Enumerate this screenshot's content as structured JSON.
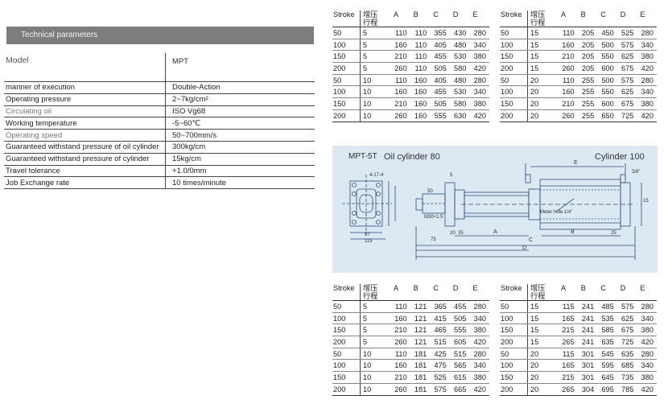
{
  "technical": {
    "header": "Technical parameters",
    "rows": [
      {
        "key": "Model",
        "value": "MPT"
      },
      {
        "key": "manner of execution",
        "value": "Double-Action"
      },
      {
        "key": "Operating pressure",
        "value": "2~7kg/cm²"
      },
      {
        "key": "Circulating oil",
        "value": "ISO Vg68"
      },
      {
        "key": "Working temperature",
        "value": "-5~60℃"
      },
      {
        "key": "Operating speed",
        "value": "50~700mm/s"
      },
      {
        "key": "Guaranteed withstand pressure of oil cylinder",
        "value": "300kg/cm"
      },
      {
        "key": "Guaranteed withstand pressure of cylinder",
        "value": "15kg/cm"
      },
      {
        "key": "Travel tolerance",
        "value": "+1.0/0mm"
      },
      {
        "key": "Job Exchange rate",
        "value": "10 times/minute"
      }
    ]
  },
  "table_headers": {
    "stroke": "Stroke",
    "boost_line1": "增压",
    "boost_line2": "行程",
    "a": "A",
    "b": "B",
    "c": "C",
    "d": "D",
    "e": "E"
  },
  "table_top_left": [
    [
      "50",
      "5",
      "110",
      "110",
      "355",
      "430",
      "280"
    ],
    [
      "100",
      "5",
      "160",
      "110",
      "405",
      "480",
      "340"
    ],
    [
      "150",
      "5",
      "210",
      "110",
      "455",
      "530",
      "380"
    ],
    [
      "200",
      "5",
      "260",
      "110",
      "505",
      "580",
      "420"
    ],
    [
      "50",
      "10",
      "110",
      "160",
      "405",
      "480",
      "280"
    ],
    [
      "100",
      "10",
      "160",
      "160",
      "455",
      "530",
      "340"
    ],
    [
      "150",
      "10",
      "210",
      "160",
      "505",
      "580",
      "380"
    ],
    [
      "200",
      "10",
      "260",
      "160",
      "555",
      "630",
      "420"
    ]
  ],
  "table_top_right": [
    [
      "50",
      "15",
      "110",
      "205",
      "450",
      "525",
      "280"
    ],
    [
      "100",
      "15",
      "160",
      "205",
      "500",
      "575",
      "340"
    ],
    [
      "150",
      "15",
      "210",
      "205",
      "550",
      "625",
      "380"
    ],
    [
      "200",
      "15",
      "260",
      "205",
      "600",
      "675",
      "420"
    ],
    [
      "50",
      "20",
      "110",
      "255",
      "500",
      "575",
      "280"
    ],
    [
      "100",
      "20",
      "160",
      "255",
      "550",
      "625",
      "340"
    ],
    [
      "150",
      "20",
      "210",
      "255",
      "600",
      "675",
      "380"
    ],
    [
      "200",
      "20",
      "260",
      "255",
      "650",
      "725",
      "420"
    ]
  ],
  "table_bottom_left": [
    [
      "50",
      "5",
      "110",
      "121",
      "365",
      "455",
      "280"
    ],
    [
      "100",
      "5",
      "160",
      "121",
      "415",
      "505",
      "340"
    ],
    [
      "150",
      "5",
      "210",
      "121",
      "465",
      "555",
      "380"
    ],
    [
      "200",
      "5",
      "260",
      "121",
      "515",
      "605",
      "420"
    ],
    [
      "50",
      "10",
      "110",
      "181",
      "425",
      "515",
      "280"
    ],
    [
      "100",
      "10",
      "160",
      "181",
      "475",
      "565",
      "340"
    ],
    [
      "150",
      "10",
      "210",
      "181",
      "525",
      "615",
      "380"
    ],
    [
      "200",
      "10",
      "260",
      "181",
      "575",
      "665",
      "420"
    ]
  ],
  "table_bottom_right": [
    [
      "50",
      "15",
      "115",
      "241",
      "485",
      "575",
      "280"
    ],
    [
      "100",
      "15",
      "165",
      "241",
      "535",
      "625",
      "340"
    ],
    [
      "150",
      "15",
      "215",
      "241",
      "585",
      "675",
      "380"
    ],
    [
      "200",
      "15",
      "265",
      "241",
      "635",
      "725",
      "420"
    ],
    [
      "50",
      "20",
      "115",
      "301",
      "545",
      "635",
      "280"
    ],
    [
      "100",
      "20",
      "165",
      "301",
      "595",
      "685",
      "340"
    ],
    [
      "150",
      "20",
      "215",
      "301",
      "645",
      "735",
      "380"
    ],
    [
      "200",
      "20",
      "265",
      "304",
      "695",
      "785",
      "420"
    ]
  ],
  "diagram": {
    "model": "MPT-5T",
    "oil_cylinder": "Oil cylinder 80",
    "cylinder": "Cylinder 100",
    "dims": {
      "d1": "4-17-4",
      "d2": "5",
      "d3": "50",
      "d4": "M30×1.5",
      "d5": "20",
      "d6": "35",
      "d7": "75",
      "d8": "87",
      "d9": "115",
      "d10": "25",
      "d11": "15",
      "d12": "3/8\"",
      "d13": "Meter hole 1/4\"",
      "A": "A",
      "B": "B",
      "C": "C",
      "D": "D",
      "E": "E"
    }
  }
}
